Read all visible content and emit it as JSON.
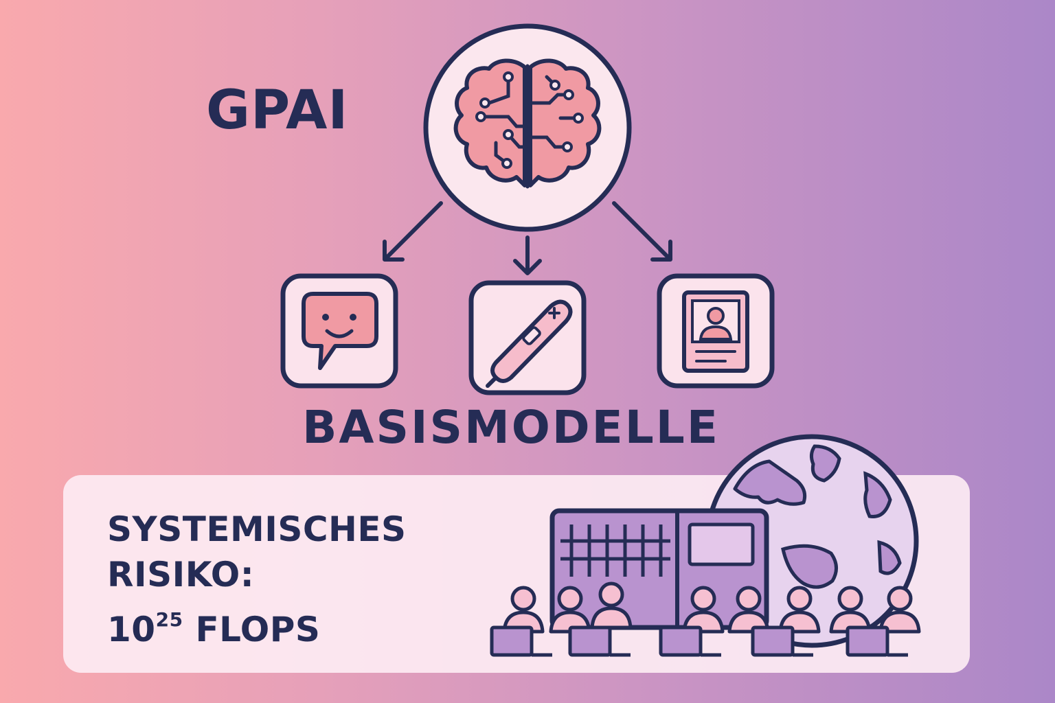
{
  "title": "GPAI",
  "subtitle": "BASISMODELLE",
  "risk": {
    "line1": "SYSTEMISCHES",
    "line2": "RISIKO:",
    "base": "10",
    "exponent": "25",
    "unit": "FLOPS"
  },
  "icons": {
    "hub": "brain-circuit-icon",
    "child1": "chat-bubble-smiley-icon",
    "child2": "thermometer-icon",
    "child3": "id-card-icon",
    "scene": "data-center-globe-people-icon"
  },
  "colors": {
    "ink": "#252c55",
    "pink": "#f09aa3",
    "panel": "#fdecf3",
    "lavender": "#b993cf"
  }
}
